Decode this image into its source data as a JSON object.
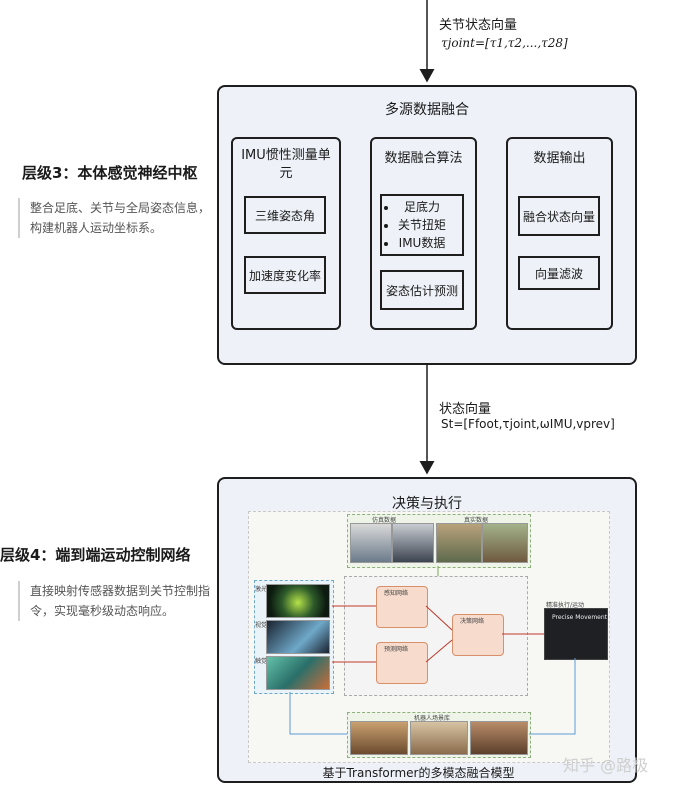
{
  "top_input": {
    "label": "关节状态向量",
    "formula": "τjoint=[τ1,τ2,...,τ28]"
  },
  "level3": {
    "title": "层级3：本体感觉神经中枢",
    "desc": "整合足底、关节与全局姿态信息，构建机器人运动坐标系。"
  },
  "fusion": {
    "title": "多源数据融合",
    "imu": {
      "title": "IMU惯性测量单元",
      "items": [
        "三维姿态角",
        "加速度变化率"
      ]
    },
    "algo": {
      "title": "数据融合算法",
      "bullets": [
        "足底力",
        "关节扭矩",
        "IMU数据"
      ],
      "estimate": "姿态估计预测"
    },
    "output": {
      "title": "数据输出",
      "items": [
        "融合状态向量",
        "向量滤波"
      ]
    }
  },
  "mid_output": {
    "label": "状态向量",
    "formula": "St=[Ffoot,τjoint,ωIMU,vprev]"
  },
  "level4": {
    "title": "层级4：端到端运动控制网络",
    "desc": "直接映射传感器数据到关节控制指令，实现毫秒级动态响应。"
  },
  "decision": {
    "title": "决策与执行",
    "caption": "基于Transformer的多模态融合模型",
    "figure": {
      "top_labels": [
        "仿真数据",
        "真实数据"
      ],
      "left_labels": [
        "激光雷达",
        "视觉",
        "触觉感知"
      ],
      "net_labels": [
        "感知网络",
        "预测网络",
        "决策网络"
      ],
      "right_label": "Precise Movement",
      "right_header": "精准执行/运动",
      "bottom_label": "机器人场景库"
    }
  },
  "watermark": "知乎 @路极"
}
